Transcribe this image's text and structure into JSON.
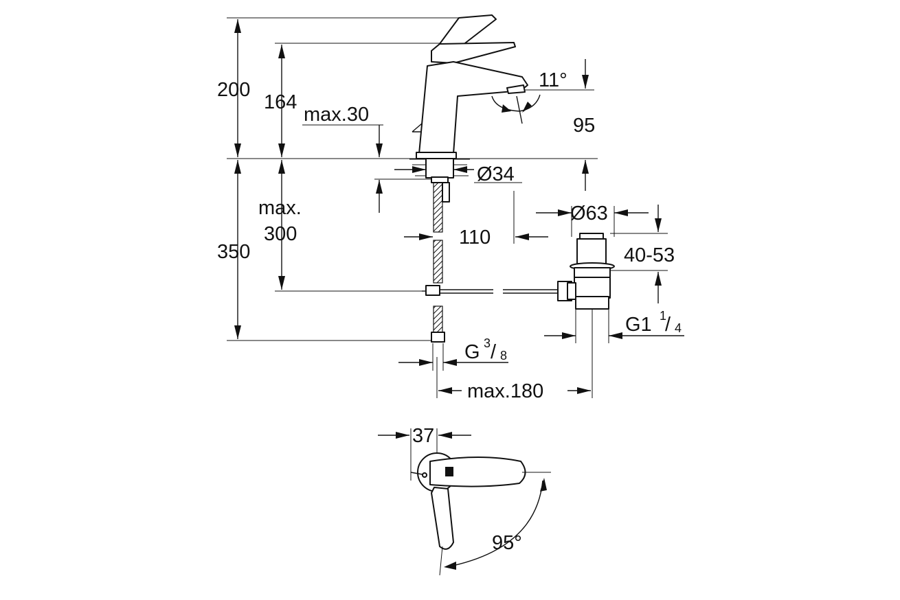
{
  "dimensions": {
    "height_total": "200",
    "height_lever": "164",
    "max_30": "max.30",
    "spout_angle": "11°",
    "spout_height": "95",
    "diameter_base": "Ø34",
    "max_label": "max.",
    "max_300": "300",
    "height_below": "350",
    "reach_110": "110",
    "diameter_waste": "Ø63",
    "waste_range": "40-53",
    "connection_g38_prefix": "G",
    "connection_g38_num": "3",
    "connection_g38_den": "8",
    "connection_g114_prefix": "G1",
    "connection_g114_num": "1",
    "connection_g114_den": "4",
    "max_180": "max.180",
    "top_37": "37",
    "rotation_95": "95°"
  }
}
